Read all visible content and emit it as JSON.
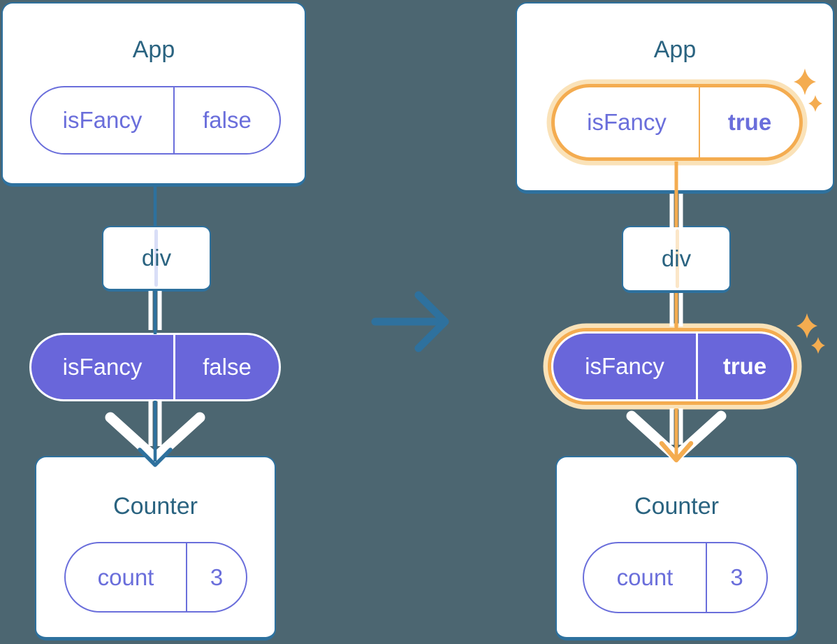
{
  "canvas": {
    "background": "#4C6671"
  },
  "colors": {
    "card_border_blue": "#2E719E",
    "component_title_text": "#2A6380",
    "prop_purple": "#6A6EDB",
    "prop_purple_fill": "#6966DA",
    "highlight_orange": "#F4AC50",
    "highlight_orange_pale": "#FAE2B8",
    "passthrough_lavender": "#D9DEF7",
    "passthrough_pale_orange": "#FBE6C8",
    "thread_white": "#FFFFFF"
  },
  "transition": {
    "icon": "right-arrow-icon"
  },
  "before": {
    "app": {
      "title": "App",
      "prop": {
        "name": "isFancy",
        "value": "false"
      }
    },
    "container": {
      "label": "div"
    },
    "passed_prop": {
      "name": "isFancy",
      "value": "false"
    },
    "counter": {
      "title": "Counter",
      "state": {
        "name": "count",
        "value": "3"
      }
    }
  },
  "after": {
    "app": {
      "title": "App",
      "prop": {
        "name": "isFancy",
        "value": "true"
      }
    },
    "container": {
      "label": "div"
    },
    "passed_prop": {
      "name": "isFancy",
      "value": "true"
    },
    "counter": {
      "title": "Counter",
      "state": {
        "name": "count",
        "value": "3"
      }
    }
  }
}
